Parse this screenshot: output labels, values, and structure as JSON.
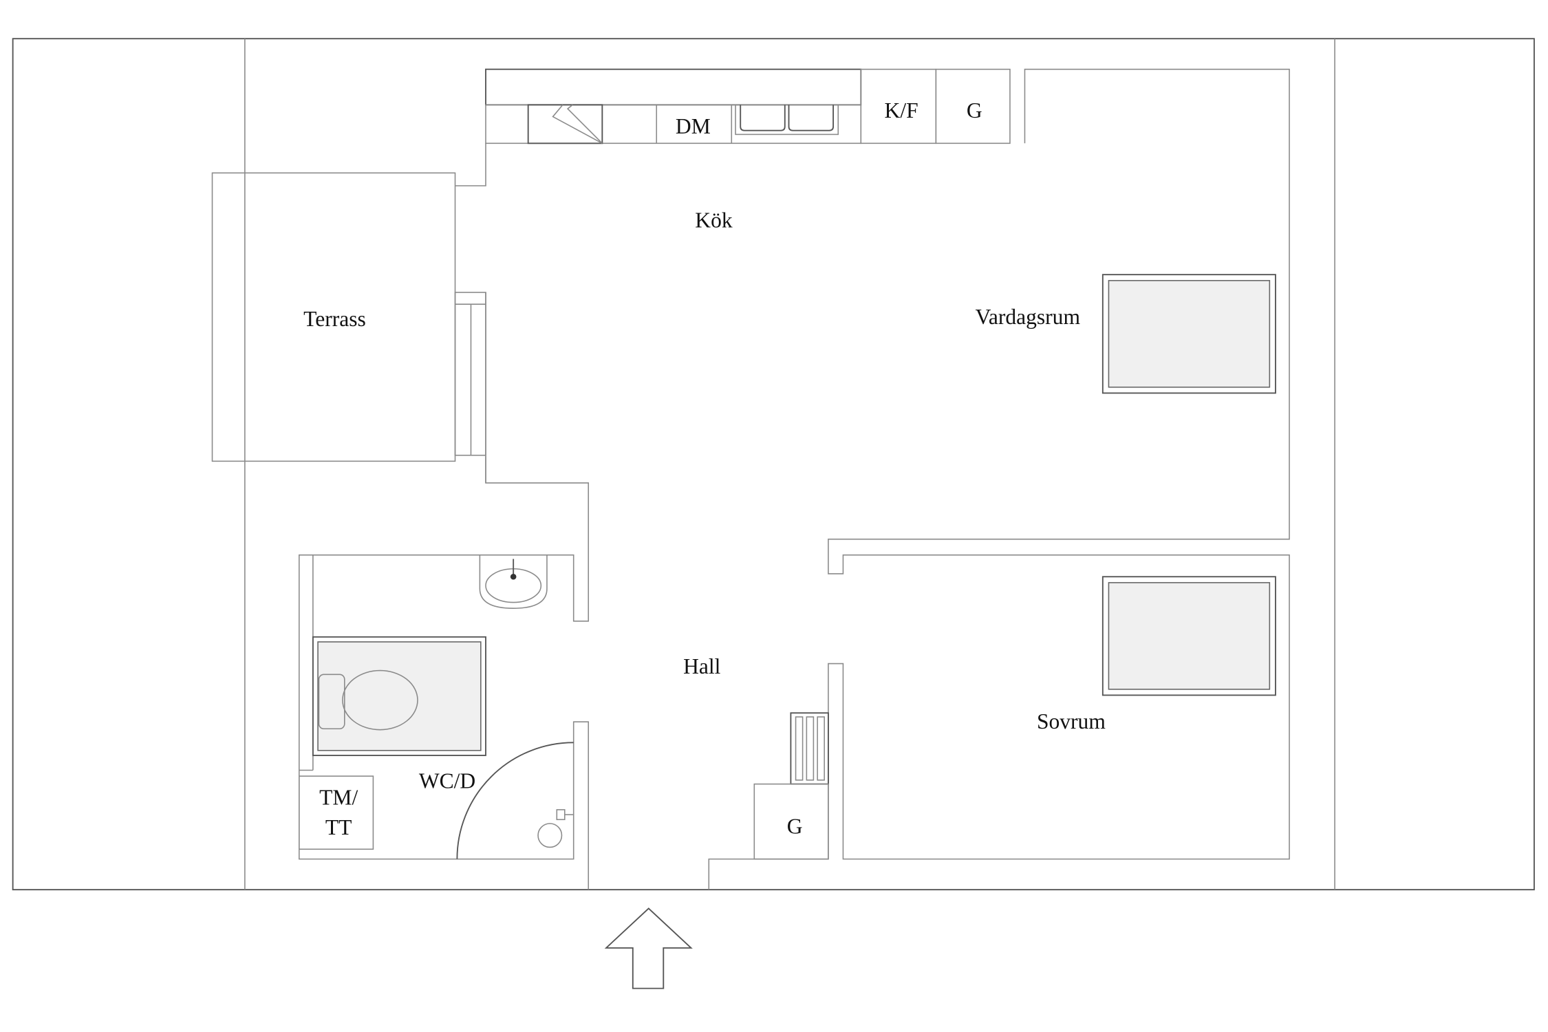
{
  "rooms": {
    "kitchen": "Kök",
    "terrace": "Terrass",
    "living_room": "Vardagsrum",
    "hall": "Hall",
    "bedroom": "Sovrum",
    "bathroom": "WC/D",
    "laundry_line1": "TM/",
    "laundry_line2": "TT",
    "closet_hall": "G",
    "dishwasher": "DM",
    "fridge_freezer": "K/F",
    "closet_kitchen": "G"
  },
  "icons": [
    "entrance-arrow-icon",
    "sink-icon",
    "toilet-icon",
    "shower-icon",
    "bed-icon",
    "radiator-icon",
    "stove-icon",
    "kitchen-sink-icon"
  ]
}
